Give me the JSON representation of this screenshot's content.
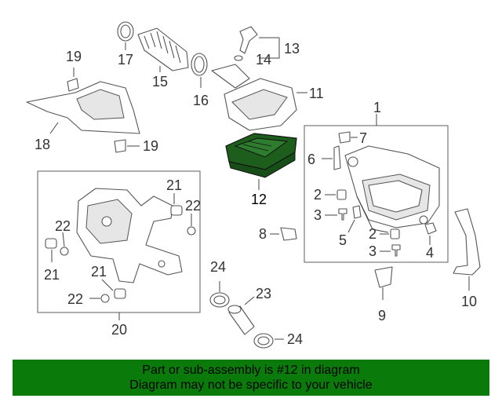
{
  "diagram": {
    "callouts": {
      "c1": "1",
      "c2a": "2",
      "c2b": "2",
      "c3a": "3",
      "c3b": "3",
      "c4": "4",
      "c5": "5",
      "c6": "6",
      "c7": "7",
      "c8": "8",
      "c9": "9",
      "c10": "10",
      "c11": "11",
      "c12": "12",
      "c13": "13",
      "c14": "14",
      "c15": "15",
      "c16": "16",
      "c17": "17",
      "c18": "18",
      "c19a": "19",
      "c19b": "19",
      "c20": "20",
      "c21a": "21",
      "c21b": "21",
      "c21c": "21",
      "c22a": "22",
      "c22b": "22",
      "c22c": "22",
      "c23": "23",
      "c24a": "24",
      "c24b": "24"
    },
    "highlight_color": "#1d5e1d"
  },
  "banner": {
    "line1": "Part or sub-assembly is #12 in diagram",
    "line2": "Diagram may not be specific to your vehicle",
    "bg_color": "#0a7a0a"
  }
}
